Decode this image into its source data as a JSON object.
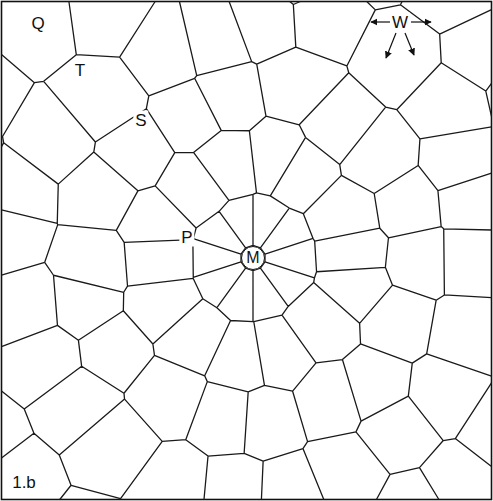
{
  "diagram": {
    "nodes": [
      {
        "text": [
          "M"
        ]
      }
    ],
    "labels": [
      "Q",
      "T",
      "S",
      "P",
      "W",
      "1.b"
    ]
  }
}
